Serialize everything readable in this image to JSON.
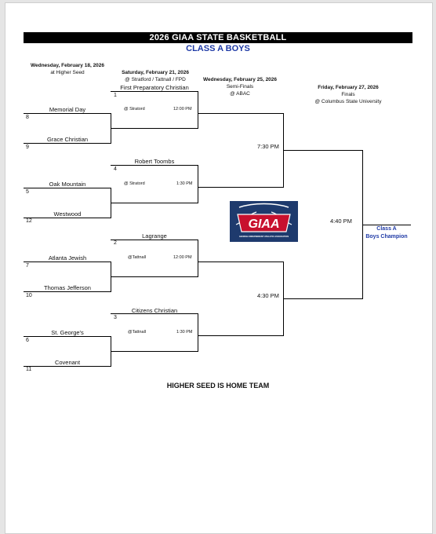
{
  "title": "2026 GIAA STATE BASKETBALL",
  "subtitle": "CLASS A BOYS",
  "rounds": {
    "r1": {
      "date": "Wednesday, February 18, 2026",
      "location": "at Higher Seed"
    },
    "qf": {
      "date": "Saturday, February 21, 2026",
      "location": "@ Stratford / Tattnall / FPD"
    },
    "sf": {
      "date": "Wednesday, February 25, 2026",
      "stage": "Semi-Finals",
      "location": "@ ABAC"
    },
    "final": {
      "date": "Friday, February 27, 2026",
      "stage": "Finals",
      "location": "@ Columbus State University"
    }
  },
  "first_round": [
    {
      "top_team": "Memorial Day",
      "top_seed": "8",
      "bottom_team": "Grace Christian",
      "bottom_seed": "9"
    },
    {
      "top_team": "Oak Mountain",
      "top_seed": "5",
      "bottom_team": "Westwood",
      "bottom_seed": "12"
    },
    {
      "top_team": "Atlanta Jewish",
      "top_seed": "7",
      "bottom_team": "Thomas Jefferson",
      "bottom_seed": "10"
    },
    {
      "top_team": "St. George's",
      "top_seed": "6",
      "bottom_team": "Covenant",
      "bottom_seed": "11"
    }
  ],
  "quarterfinals": [
    {
      "seed": "1",
      "team": "First Preparatory Christian",
      "venue": "@ Stratord",
      "time": "12:00 PM"
    },
    {
      "seed": "4",
      "team": "Robert Toombs",
      "venue": "@ Stratord",
      "time": "1:30 PM"
    },
    {
      "seed": "2",
      "team": "Lagrange",
      "venue": "@Tattnall",
      "time": "12:00 PM"
    },
    {
      "seed": "3",
      "team": "Citizens Christian",
      "venue": "@Tattnall",
      "time": "1:30 PM"
    }
  ],
  "semifinals": [
    {
      "time": "7:30 PM"
    },
    {
      "time": "4:30 PM"
    }
  ],
  "final": {
    "time": "4:40 PM"
  },
  "champion": {
    "line1": "Class A",
    "line2": "Boys Champion"
  },
  "logo": {
    "text": "GIAA",
    "tagline": "GEORGIA INDEPENDENT ATHLETIC ASSOCIATION",
    "colors": {
      "navy": "#1e3a6d",
      "red": "#c8102e",
      "white": "#ffffff"
    }
  },
  "footer": "HIGHER SEED IS HOME TEAM",
  "colors": {
    "accent": "#1f3aa6",
    "title_bg": "#000000"
  }
}
